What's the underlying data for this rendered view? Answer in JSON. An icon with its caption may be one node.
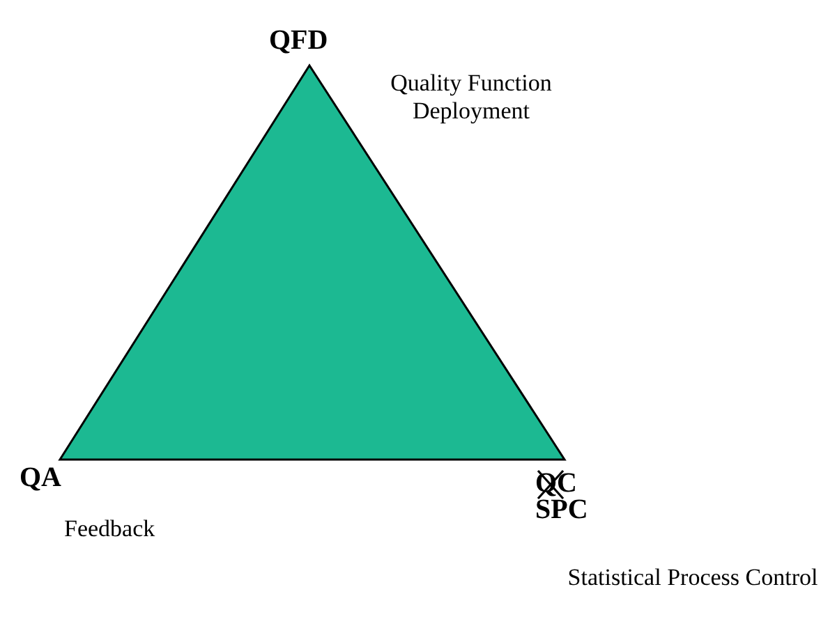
{
  "diagram": {
    "labels": [
      "QFD",
      "Quality Function Deployment",
      "QA",
      "Feedback",
      "QC",
      "SPC",
      "Statistical Process Control"
    ]
  }
}
